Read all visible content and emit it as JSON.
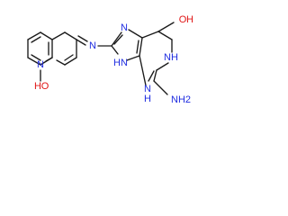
{
  "molecule": {
    "atoms": {
      "n_ring_quinoline": "N",
      "o_hydroxy": "O",
      "h_hydroxy": "H",
      "n_imine": "N",
      "n_imidazole_top": "N",
      "nh_imidazole": "N",
      "h_imidazole": "H",
      "o_carbonyl": "O",
      "h_carbonyl": "H",
      "nh_pyrimidine_top": "N",
      "h_pyrimidine_top": "H",
      "n_pyrimidine_bottom": "N",
      "h_pyrimidine_bottom": "H",
      "nh2_amino": "N",
      "h2_amino": "H2"
    },
    "colors": {
      "bond": "#1a1a1a",
      "nitrogen": "#1f2de0",
      "oxygen": "#e01616"
    }
  }
}
